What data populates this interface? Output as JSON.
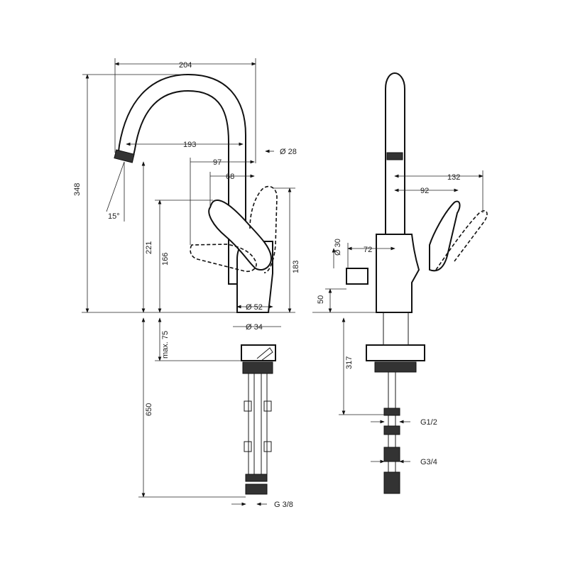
{
  "dimensions": {
    "width_total": "204",
    "reach": "193",
    "spout_diameter": "Ø 28",
    "handle_97": "97",
    "handle_68": "68",
    "angle": "15°",
    "height_total": "348",
    "height_221": "221",
    "height_166": "166",
    "height_183": "183",
    "base_diameter": "Ø 52",
    "hole_diameter": "Ø 34",
    "max_thickness": "max. 75",
    "hose_length": "650",
    "thread_left": "G 3/8",
    "side_132": "132",
    "side_92": "92",
    "side_diameter_30": "Ø 30",
    "side_72": "72",
    "side_50": "50",
    "side_317": "317",
    "thread_g12": "G1/2",
    "thread_g34": "G3/4"
  }
}
